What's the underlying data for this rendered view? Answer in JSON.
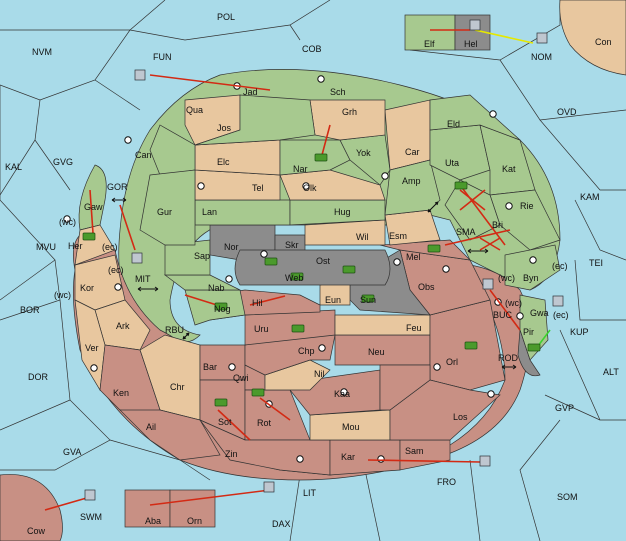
{
  "map": {
    "ocean_color": "#a9dbe9",
    "green_power_color": "#a7c98f",
    "tan_power_color": "#e8c79f",
    "red_power_color": "#c89084",
    "impassable_color": "#8c8c8c",
    "order_color": "#d32a14",
    "sea_labels": {
      "pol": "POL",
      "nvm": "NVM",
      "fun": "FUN",
      "cob": "COB",
      "nom": "NOM",
      "con": "Con",
      "ovd": "OVD",
      "kal": "KAL",
      "gvg": "GVG",
      "gor": "GOR",
      "mvu": "MVU",
      "mit": "MIT",
      "bor": "BOR",
      "rbu": "RBU",
      "dor": "DOR",
      "gva": "GVA",
      "cow": "Cow",
      "swm": "SWM",
      "lit": "LIT",
      "dax": "DAX",
      "fro": "FRO",
      "som": "SOM",
      "gvp": "GVP",
      "alt": "ALT",
      "kup": "KUP",
      "tei": "TEI",
      "kam": "KAM",
      "sma": "SMA",
      "buc": "BUC",
      "rod": "ROD"
    },
    "land_labels": {
      "elf": "Elf",
      "hel": "Hel",
      "jad": "Jad",
      "sch": "Sch",
      "qua": "Qua",
      "jos": "Jos",
      "grh": "Grh",
      "eld": "Eld",
      "can": "Can",
      "nar": "Nar",
      "yok": "Yok",
      "car": "Car",
      "uta": "Uta",
      "kat": "Kat",
      "elc": "Elc",
      "tel": "Tel",
      "olk": "Olk",
      "amp": "Amp",
      "gaw": "Gaw",
      "gur": "Gur",
      "lan": "Lan",
      "hug": "Hug",
      "rie": "Rie",
      "bri": "Bri",
      "her": "Her",
      "nor": "Nor",
      "skr": "Skr",
      "wil": "Wil",
      "esm": "Esm",
      "sap": "Sap",
      "web": "Web",
      "ost": "Ost",
      "mel": "Mel",
      "byn": "Byn",
      "kor": "Kor",
      "nab": "Nab",
      "eun": "Eun",
      "sun": "Sun",
      "obs": "Obs",
      "gwa": "Gwa",
      "ark": "Ark",
      "nog": "Nog",
      "hil": "Hil",
      "uru": "Uru",
      "feu": "Feu",
      "pir": "Pir",
      "ver": "Ver",
      "chp": "Chp",
      "neu": "Neu",
      "orl": "Orl",
      "bar": "Bar",
      "qwi": "Qwi",
      "nil": "Nil",
      "ken": "Ken",
      "chr": "Chr",
      "kaa": "Kaa",
      "ail": "Ail",
      "sot": "Sot",
      "rot": "Rot",
      "mou": "Mou",
      "los": "Los",
      "zin": "Zin",
      "kar": "Kar",
      "sam": "Sam",
      "aba": "Aba",
      "orn": "Orn"
    },
    "coast_labels": {
      "gaw_wc": "(wc)",
      "her_ec": "(ec)",
      "kor_ec": "(ec)",
      "kor_wc": "(wc)",
      "byn_wc": "(wc)",
      "byn_ec": "(ec)",
      "gwa_wc": "(wc)",
      "gwa_ec": "(ec)"
    }
  }
}
